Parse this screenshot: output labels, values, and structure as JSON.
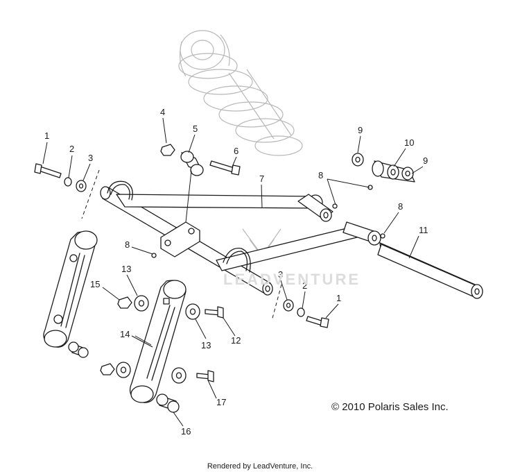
{
  "labels": [
    {
      "text": "1"
    },
    {
      "text": "2"
    },
    {
      "text": "3"
    },
    {
      "text": "4"
    },
    {
      "text": "5"
    },
    {
      "text": "6"
    },
    {
      "text": "7"
    },
    {
      "text": "8"
    },
    {
      "text": "9"
    },
    {
      "text": "10"
    },
    {
      "text": "9"
    },
    {
      "text": "8"
    },
    {
      "text": "11"
    },
    {
      "text": "8"
    },
    {
      "text": "13"
    },
    {
      "text": "15"
    },
    {
      "text": "3"
    },
    {
      "text": "2"
    },
    {
      "text": "1"
    },
    {
      "text": "13"
    },
    {
      "text": "12"
    },
    {
      "text": "14"
    },
    {
      "text": "17"
    },
    {
      "text": "16"
    }
  ],
  "copyright": "© 2010 Polaris Sales Inc.",
  "rendered_by": "Rendered by LeadVenture, Inc.",
  "watermark": "LEADVENTURE",
  "colors": {
    "line": "#1a1a1a",
    "ghost": "#b8b8b8",
    "watermark": "#dcdcdc",
    "background": "#ffffff"
  }
}
